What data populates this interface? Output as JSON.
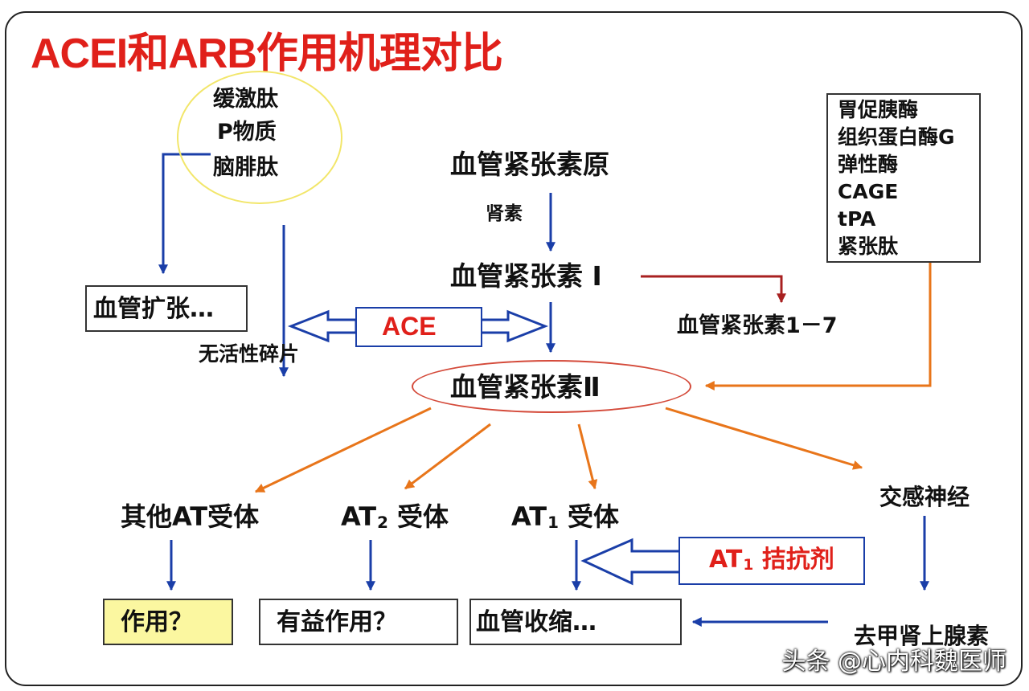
{
  "title": "ACEI和ARB作用机理对比",
  "kinins": {
    "line1": "缓激肽",
    "line2": "P物质",
    "line3": "脑腓肽"
  },
  "vasodilation": "血管扩张…",
  "inactive_fragments": "无活性碎片",
  "ace_label": "ACE",
  "angiotensinogen": "血管紧张素原",
  "renin": "肾素",
  "angiotensin_1": "血管紧张素 I",
  "angiotensin_1_7": "血管紧张素1－7",
  "angiotensin_2": "血管紧张素Ⅱ",
  "alt_enzymes": [
    "胃促胰酶",
    "组织蛋白酶G",
    "弹性酶",
    "CAGE",
    "tPA",
    "紧张肽"
  ],
  "receptors": {
    "other_at": "其他AT受体",
    "at2_prefix": "AT",
    "at2_sub": "2",
    "at2_suffix": " 受体",
    "at1_prefix": "AT",
    "at1_sub": "1",
    "at1_suffix": " 受体",
    "sympathetic": "交感神经"
  },
  "antagonist": {
    "prefix": "AT",
    "sub": "1",
    "suffix": " 拮抗剂"
  },
  "effects": {
    "other": "作用？",
    "at2": "有益作用？",
    "at1": "血管收缩…",
    "norepinephrine": "去甲肾上腺素"
  },
  "watermark": "头条 @心内科魏医师",
  "colors": {
    "title": "#e0201a",
    "blue_arrow": "#1a3ea8",
    "orange_arrow": "#e8751a",
    "dark_red_arrow": "#a82020",
    "yellow_highlight": "#fbf7a0",
    "circle_outline": "#f2e66a",
    "ellipse_outline": "#d44a3a",
    "ace_text": "#e0201a"
  }
}
